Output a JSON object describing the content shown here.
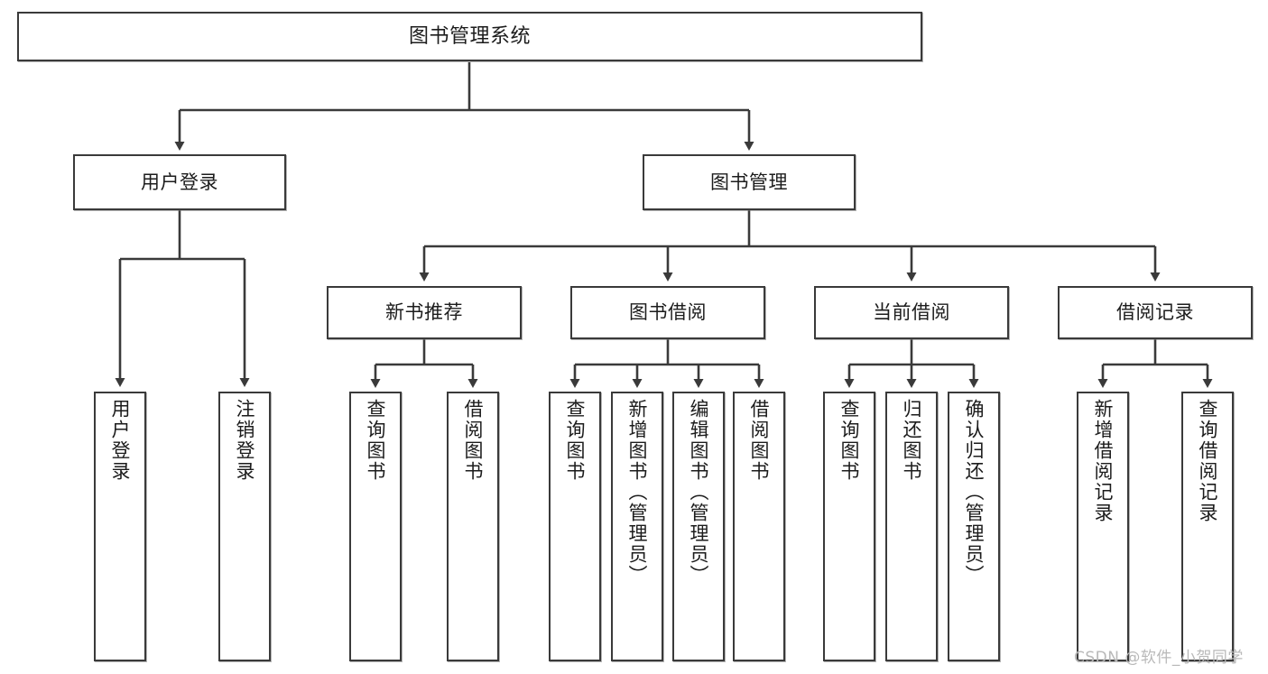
{
  "diagram": {
    "type": "tree",
    "title": "图书管理系统",
    "watermark": "CSDN @软件_小贺同学",
    "colors": {
      "box_border": "#3a3a3a",
      "box_fill": "#ffffff",
      "connector": "#3a3a3a",
      "text": "#1c1c1c",
      "watermark": "#b9b9b9"
    },
    "nodes": {
      "root": {
        "label": "图书管理系统"
      },
      "level2": [
        {
          "label": "用户登录"
        },
        {
          "label": "图书管理"
        }
      ],
      "level3": [
        {
          "label": "新书推荐"
        },
        {
          "label": "图书借阅"
        },
        {
          "label": "当前借阅"
        },
        {
          "label": "借阅记录"
        }
      ],
      "leaves": [
        {
          "label": "用户登录",
          "parent": "用户登录"
        },
        {
          "label": "注销登录",
          "parent": "用户登录"
        },
        {
          "label": "查询图书",
          "parent": "新书推荐"
        },
        {
          "label": "借阅图书",
          "parent": "新书推荐"
        },
        {
          "label": "查询图书",
          "parent": "图书借阅"
        },
        {
          "label": "新增图书（管理员）",
          "parent": "图书借阅"
        },
        {
          "label": "编辑图书（管理员）",
          "parent": "图书借阅"
        },
        {
          "label": "借阅图书",
          "parent": "图书借阅"
        },
        {
          "label": "查询图书",
          "parent": "当前借阅"
        },
        {
          "label": "归还图书",
          "parent": "当前借阅"
        },
        {
          "label": "确认归还（管理员）",
          "parent": "当前借阅"
        },
        {
          "label": "新增借阅记录",
          "parent": "借阅记录"
        },
        {
          "label": "查询借阅记录",
          "parent": "借阅记录"
        }
      ]
    }
  }
}
